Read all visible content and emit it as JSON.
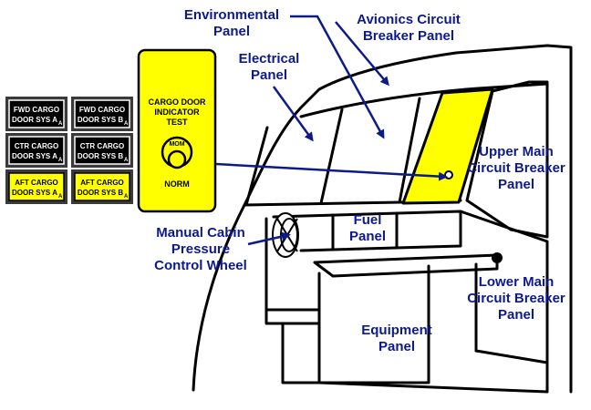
{
  "callouts": {
    "environmental": [
      "Environmental",
      "Panel"
    ],
    "avionics": [
      "Avionics Circuit",
      "Breaker Panel"
    ],
    "electrical": [
      "Electrical",
      "Panel"
    ],
    "upper_main": [
      "Upper Main",
      "Circuit Breaker",
      "Panel"
    ],
    "fuel": [
      "Fuel",
      "Panel"
    ],
    "manual_cabin": [
      "Manual Cabin",
      "Pressure",
      "Control Wheel"
    ],
    "lower_main": [
      "Lower Main",
      "Circuit Breaker",
      "Panel"
    ],
    "equipment": [
      "Equipment",
      "Panel"
    ]
  },
  "indicators": [
    {
      "line1": "FWD CARGO",
      "line2": "DOOR SYS A",
      "sub": "A",
      "lit": false
    },
    {
      "line1": "FWD CARGO",
      "line2": "DOOR SYS B",
      "sub": "A",
      "lit": false
    },
    {
      "line1": "CTR CARGO",
      "line2": "DOOR SYS A",
      "sub": "A",
      "lit": false
    },
    {
      "line1": "CTR CARGO",
      "line2": "DOOR SYS B",
      "sub": "A",
      "lit": false
    },
    {
      "line1": "AFT CARGO",
      "line2": "DOOR SYS A",
      "sub": "A",
      "lit": true
    },
    {
      "line1": "AFT CARGO",
      "line2": "DOOR SYS B",
      "sub": "A",
      "lit": true
    }
  ],
  "test_switch": {
    "title": [
      "CARGO DOOR",
      "INDICATOR",
      "TEST"
    ],
    "mom_label": "MOM",
    "norm_label": "NORM"
  },
  "colors": {
    "highlight": "#ffff00",
    "callout_text": "#0d1a8c",
    "arrow": "#0d1a8c",
    "lit_text": "#000000",
    "unlit_text": "#ffffff",
    "indicator_bezel": "#3a3a3a"
  }
}
